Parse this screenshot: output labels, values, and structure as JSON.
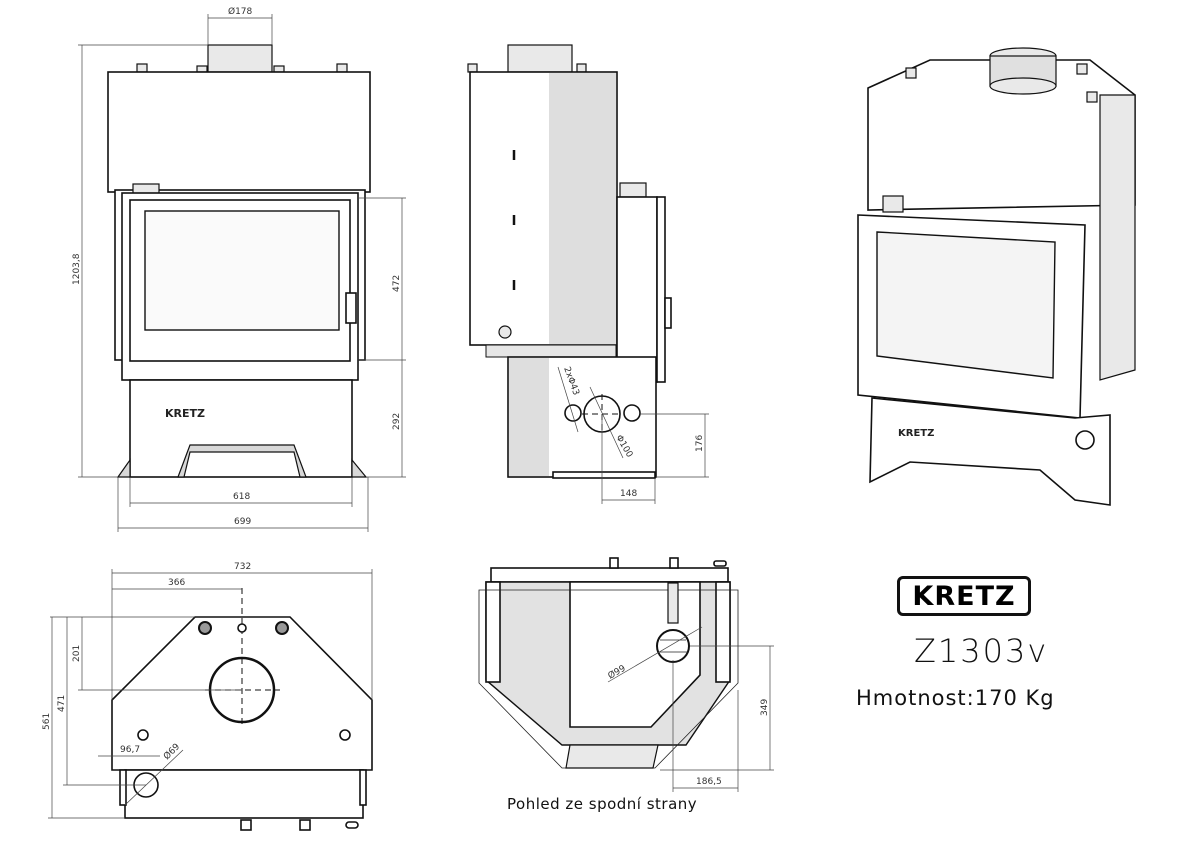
{
  "front_view": {
    "flue_diameter": "Ø178",
    "height_total": "1203,8",
    "door_height": "472",
    "base_height": "292",
    "inner_width": "618",
    "total_width": "699",
    "brand_plate": "KRETZ"
  },
  "side_view": {
    "holes_label": "2xΦ43",
    "hole_diameter": "Φ100",
    "hole_height": "176",
    "hole_offset": "148"
  },
  "top_view": {
    "width": "732",
    "center_offset": "366",
    "flue_offset": "201",
    "depth_to_pipe": "471",
    "depth_total": "561",
    "pipe_offset": "96,7",
    "pipe_diameter": "Ø69"
  },
  "bottom_view": {
    "air_inlet_diameter": "Ø99",
    "inlet_depth": "349",
    "inlet_offset": "186,5",
    "caption": "Pohled ze spodní strany"
  },
  "product": {
    "brand": "KRETZ",
    "model": "Z1303v",
    "weight": "Hmotnost:170 Kg"
  }
}
